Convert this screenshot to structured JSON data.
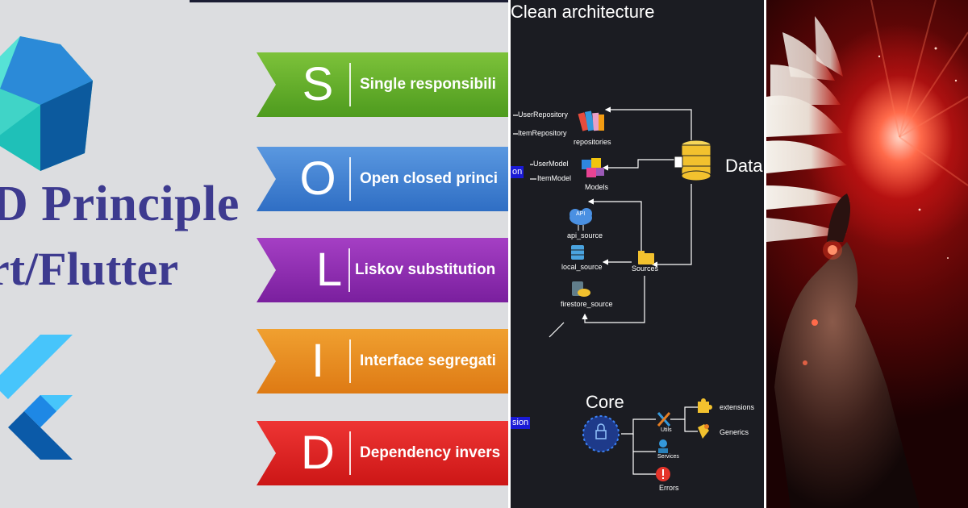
{
  "solid_panel": {
    "title": "D Principle",
    "subtitle": "rt/Flutter",
    "principles": [
      {
        "letter": "S",
        "label": "Single responsibili",
        "color": "#5fa82a"
      },
      {
        "letter": "O",
        "label": "Open closed princi",
        "color": "#3f82d4"
      },
      {
        "letter": "L",
        "label": "Liskov substitution",
        "color": "#8a2bb0"
      },
      {
        "letter": "I",
        "label": "Interface segregati",
        "color": "#e88a22"
      },
      {
        "letter": "D",
        "label": "Dependency invers",
        "color": "#dd2020"
      }
    ]
  },
  "architecture_panel": {
    "title": "Clean architecture",
    "data_label": "Data",
    "core_label": "Core",
    "nodes": {
      "user_repository": "UserRepository",
      "item_repository": "ItemRepository",
      "repositories": "repositories",
      "user_model": "UserModel",
      "item_model": "ItemModel",
      "models": "Models",
      "api_source": "api_source",
      "api_badge": "API",
      "local_source": "local_source",
      "sources": "Sources",
      "firestore_source": "firestore_source",
      "utils": "Utils",
      "services": "Services",
      "errors": "Errors",
      "extensions": "extensions",
      "generics": "Generics"
    },
    "tags": [
      "on",
      "sion"
    ],
    "colors": {
      "background": "#1b1c22",
      "tag": "#1a1ad6",
      "error": "#e5342a",
      "puzzle": "#f2c12e"
    }
  },
  "art_panel": {
    "colors": {
      "glow": "#ff4a2a",
      "dark": "#1b0203"
    }
  }
}
